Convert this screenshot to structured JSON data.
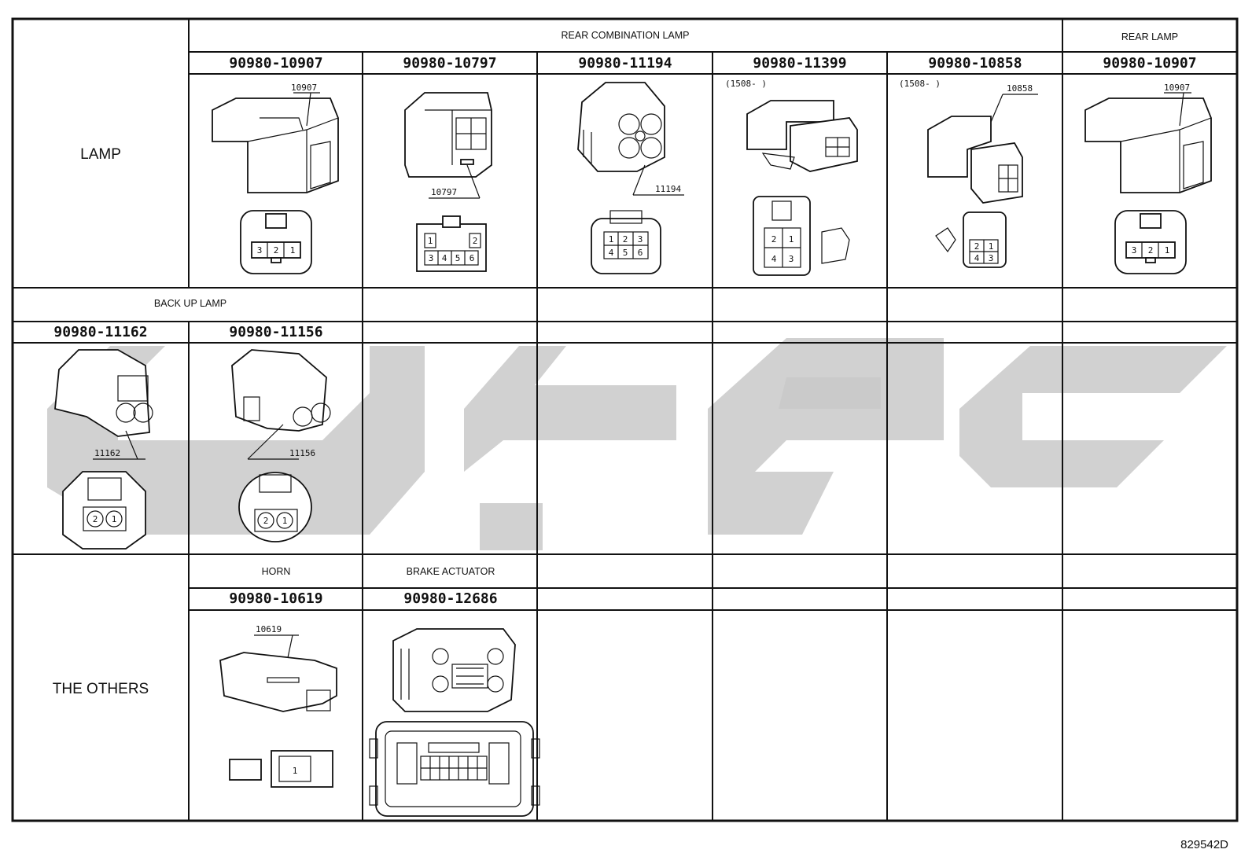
{
  "footer_code": "829542D",
  "rows": {
    "lamp": "LAMP",
    "backup": "BACK UP LAMP",
    "others": "THE OTHERS"
  },
  "groups": {
    "rear_combination_lamp": "REAR COMBINATION LAMP",
    "rear_lamp": "REAR LAMP",
    "horn": "HORN",
    "brake_actuator": "BRAKE ACTUATOR"
  },
  "connectors": [
    {
      "part": "90980-10907",
      "tag": "10907",
      "pins": [
        "3",
        "2",
        "1"
      ]
    },
    {
      "part": "90980-10797",
      "tag": "10797",
      "pins": [
        "1",
        "2",
        "3",
        "4",
        "5",
        "6"
      ]
    },
    {
      "part": "90980-11194",
      "tag": "11194",
      "pins": [
        "1",
        "2",
        "3",
        "4",
        "5",
        "6"
      ]
    },
    {
      "part": "90980-11399",
      "tag": "(1508-     )",
      "pins": [
        "2",
        "1",
        "4",
        "3"
      ]
    },
    {
      "part": "90980-10858",
      "tag": "(1508-     )",
      "tag2": "10858",
      "pins": [
        "2",
        "1",
        "4",
        "3"
      ]
    },
    {
      "part": "90980-10907",
      "tag": "10907",
      "pins": [
        "3",
        "2",
        "1"
      ]
    },
    {
      "part": "90980-11162",
      "tag": "11162",
      "pins": [
        "2",
        "1"
      ]
    },
    {
      "part": "90980-11156",
      "tag": "11156",
      "pins": [
        "2",
        "1"
      ]
    },
    {
      "part": "90980-10619",
      "tag": "10619",
      "pins": [
        "1"
      ]
    },
    {
      "part": "90980-12686",
      "tag": "",
      "pins": []
    }
  ]
}
